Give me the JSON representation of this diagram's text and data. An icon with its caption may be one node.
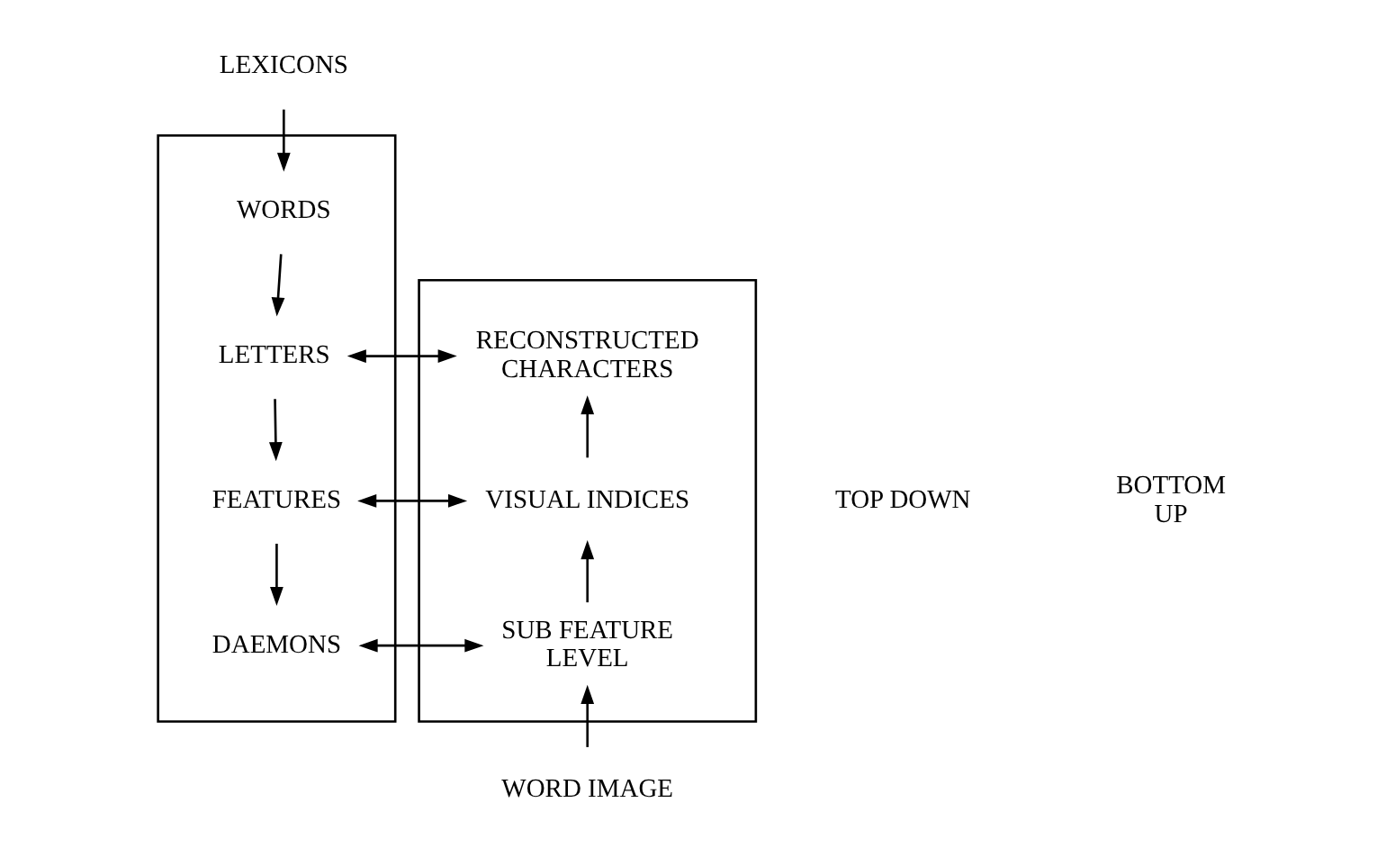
{
  "diagram": {
    "nodes": [
      {
        "text": [
          "LEXICONS"
        ]
      },
      {
        "text": [],
        "shape": "box"
      },
      {
        "text": [
          "WORDS"
        ],
        "in": 1
      },
      {
        "text": [
          "LETTERS"
        ],
        "in": 1
      },
      {
        "text": [
          "FEATURES"
        ],
        "in": 1
      },
      {
        "text": [
          "DAEMONS"
        ],
        "in": 1
      },
      {
        "text": [],
        "shape": "box"
      },
      {
        "text": [
          "RECONSTRUCTED CHARACTERS"
        ],
        "in": 6
      },
      {
        "text": [
          "VISUAL INDICES"
        ],
        "in": 6
      },
      {
        "text": [
          "SUB FEATURE LEVEL"
        ],
        "in": 6
      },
      {
        "text": [
          "WORD IMAGE"
        ]
      }
    ],
    "edges": [
      {
        "from": 0,
        "to": 2,
        "arrow": "to"
      },
      {
        "from": 2,
        "to": 3,
        "arrow": "to"
      },
      {
        "from": 3,
        "to": 4,
        "arrow": "to"
      },
      {
        "from": 4,
        "to": 5,
        "arrow": "to"
      },
      {
        "from": 3,
        "to": 7,
        "arrow": "both"
      },
      {
        "from": 4,
        "to": 8,
        "arrow": "both"
      },
      {
        "from": 5,
        "to": 9,
        "arrow": "both"
      },
      {
        "from": 10,
        "to": 9,
        "arrow": "to"
      },
      {
        "from": 9,
        "to": 8,
        "arrow": "to"
      },
      {
        "from": 8,
        "to": 7,
        "arrow": "to"
      }
    ],
    "labels": [
      "TOP DOWN",
      "BOTTOM UP"
    ]
  }
}
